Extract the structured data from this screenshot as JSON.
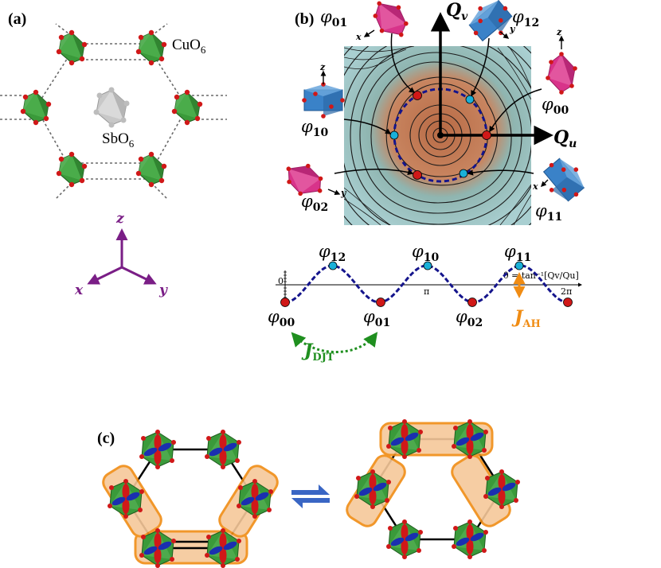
{
  "panels": {
    "a": {
      "label": "(a)",
      "cu_label": "CuO",
      "cu_sub": "6",
      "sb_label": "SbO",
      "sb_sub": "6",
      "axes": {
        "z": "z",
        "x": "x",
        "y": "y"
      }
    },
    "b": {
      "label": "(b)",
      "qv": "Q",
      "qv_sub": "v",
      "qu": "Q",
      "qu_sub": "u",
      "states": [
        {
          "key": "phi01",
          "sym": "φ",
          "sub": "01"
        },
        {
          "key": "phi12",
          "sym": "φ",
          "sub": "12"
        },
        {
          "key": "phi10",
          "sym": "φ",
          "sub": "10"
        },
        {
          "key": "phi00",
          "sym": "φ",
          "sub": "00"
        },
        {
          "key": "phi02",
          "sym": "φ",
          "sub": "02"
        },
        {
          "key": "phi11",
          "sym": "φ",
          "sub": "11"
        }
      ],
      "octa_axes": {
        "x": "x",
        "y": "y",
        "z": "z"
      }
    },
    "potential": {
      "theta_label": "θ = tan⁻¹[Qv/Qu]",
      "tick_zero": "0",
      "tick_pi": "π",
      "tick_2pi": "2π",
      "maxima": [
        {
          "sym": "φ",
          "sub": "12"
        },
        {
          "sym": "φ",
          "sub": "10"
        },
        {
          "sym": "φ",
          "sub": "11"
        }
      ],
      "minima": [
        {
          "sym": "φ",
          "sub": "00"
        },
        {
          "sym": "φ",
          "sub": "01"
        },
        {
          "sym": "φ",
          "sub": "02"
        }
      ],
      "j_djt": "J",
      "j_djt_sub": "DJT",
      "j_ah": "J",
      "j_ah_sub": "AH"
    },
    "c": {
      "label": "(c)"
    }
  },
  "colors": {
    "octa_green": "#3a9a3a",
    "octa_gray": "#c8c8c8",
    "oxygen_red": "#d01818",
    "magenta": "#d8338a",
    "blue": "#3a82c8",
    "dashed_navy": "#14148c",
    "orange": "#f08c14",
    "djt_green": "#1f8f1f",
    "purple": "#7a1e86",
    "exchange_arrow": "#3a66c4"
  }
}
